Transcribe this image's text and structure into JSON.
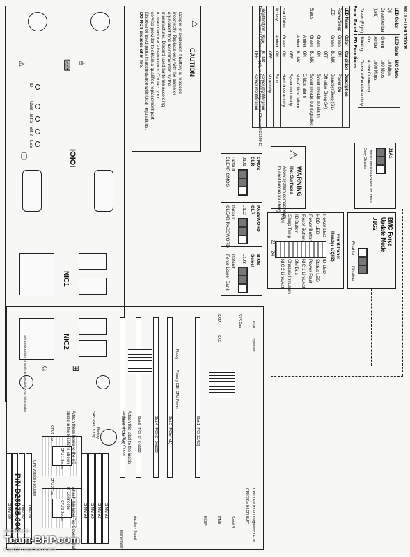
{
  "bezel": {
    "port_labels": [
      "ID",
      "USB",
      "Bit 3",
      "Bit 2",
      "LSB"
    ],
    "serial_label": "IOIOI",
    "nic1_label": "NIC1",
    "nic2_label": "NIC2",
    "icons": [
      "mouse-icon",
      "keyboard-icon",
      "warning-icon",
      "usb-icon",
      "network-icon",
      "monitor-icon"
    ]
  },
  "caution": {
    "title": "CAUTION",
    "text": [
      "Danger of explosion if battery is replaced",
      "incorrectly. Replace only with the same or",
      "equivalent type recommended by the",
      "manufacturer. Discard used batteries according",
      "to manufacturer's instructions. Contact your",
      "service provider to obtain a qualified replacement part.",
      "Dispose of used parts in accordance with local regulations.",
      "DO NOT dispose of in fire."
    ]
  },
  "nic_led": {
    "title": "NIC LED Functions",
    "headers": [
      "LED Color",
      "LED State",
      "NIC State"
    ],
    "rows": [
      [
        "Off",
        "",
        "10 Mbps"
      ],
      [
        "Green/Amber",
        "Green",
        "100 Mbps"
      ],
      [
        "(Left)",
        "Amber",
        "1000 Mbps"
      ],
      [
        "",
        "On",
        "Active Connection"
      ],
      [
        "Green (Right)",
        "Blinking",
        "Transmit/Receive activity"
      ]
    ]
  },
  "front_panel_led": {
    "title": "Front Panel LED Functions",
    "headers": [
      "LED Name",
      "Color",
      "Condition",
      "Description"
    ],
    "rows": [
      [
        "Power/Sleep",
        "Green",
        "ON",
        "Power On"
      ],
      [
        "LED",
        "Green",
        "BLINK",
        "Standby/Sleep (S1)"
      ],
      [
        "",
        "",
        "OFF",
        "Off (also Sleep S4)"
      ],
      [
        "",
        "Green",
        "ON",
        "System ready, no alarm"
      ],
      [
        "Status",
        "Green",
        "BLINK",
        "System ready, but degraded"
      ],
      [
        "",
        "Amber",
        "ON",
        "Critical alarm"
      ],
      [
        "",
        "Amber",
        "BLINK",
        "Non-Critical failure"
      ],
      [
        "",
        "",
        "OFF",
        "System not ready"
      ],
      [
        "Hard Drive",
        "Green",
        "ON",
        "Hard drive activity"
      ],
      [
        "Activity",
        "Amber",
        "ON",
        "Fault"
      ],
      [
        "",
        "",
        "OFF",
        "No activity"
      ],
      [
        "Identification",
        "Blue",
        "BLINK",
        "Server identification"
      ],
      [
        "",
        "",
        "OFF",
        "Server identification"
      ]
    ],
    "note": "The Front Panel LED functions apply to the Intel® Entry Server Chassis SC5299-E"
  },
  "warning": {
    "title": "WARNING",
    "line1": "Hot Surfaces",
    "line2": "Allow system components",
    "line3": "to cool before touching"
  },
  "jumpers": {
    "cmos": {
      "title": "CMOS",
      "subtitle": "CLR",
      "id": "J1J1",
      "default": "Default",
      "alt": "CLEAR CMOS"
    },
    "password": {
      "title": "PASSWORD",
      "subtitle": "CLR",
      "id": "J1J2",
      "default": "Default",
      "alt": "CLEAR PASSWORD"
    },
    "bios": {
      "title": "BIOS",
      "subtitle": "Select",
      "id": "J1J3",
      "default": "Default",
      "alt": "Force Lower Bank"
    },
    "bmc": {
      "title": "BMC Force",
      "subtitle": "Update Mode",
      "id": "J1G2",
      "enable": "Enable",
      "disable": "Disable"
    },
    "chassis": {
      "title": "J1A1",
      "text": "Chassis Intrusion Present for Intel® Entry Chassis"
    }
  },
  "front_panel_header": {
    "title": "Front Panel",
    "subtitle": "Header (J2H2)",
    "left_labels": [
      "Power LED",
      "HDD LED",
      "Power Button",
      "Reset Button",
      "ID Button",
      "Sleep Temp",
      "NMI"
    ],
    "right_labels": [
      "ID LED",
      "Status LED",
      "Power Fault",
      "NIC 1 Link/Act",
      "SM Bus",
      "Chassis Intrusion",
      "NIC 2 Link/Act"
    ],
    "pin_numbers": [
      "1",
      "2",
      "23",
      "24"
    ]
  },
  "board": {
    "slots": [
      "Slot 1 (PCI 32/33)",
      "Slot 3 (PCIe* x1)",
      "Slot 4 (PCI-X* 64/133)",
      "Slot 5 (PCI-X* 64/100)",
      "Slot 6 (PCIe* x4)"
    ],
    "dimms": [
      "DIMM A1",
      "DIMM A2",
      "DIMM A3",
      "DIMM A4",
      "DIMM B1",
      "DIMM B2",
      "DIMM B3",
      "DIMM B4"
    ],
    "cpu1": "CPU 1 Socket",
    "cpu2": "CPU 2 Socket",
    "labels": {
      "cpu1_fan": "CPU1 Fan",
      "cpu2_fan": "CPU 2 Fan",
      "cpu_power": "CPU Power",
      "main_power": "Main Power",
      "aux_power": "Auxiliary Signal",
      "battery": "Battery",
      "sas_raid": "SAS RAID 5 Key",
      "cpu_vr": "CPU Voltage Regulator",
      "floppy": "Floppy",
      "primary_ide": "Primary IDE",
      "usb": "USB",
      "speaker": "Speaker",
      "sys_fan": "SYS Fan",
      "sata": "SATA",
      "sas": "SAS",
      "serial_b": "Serial B",
      "ipmb": "IPMB",
      "hsbp": "HSBP",
      "cpu2_fault": "CPU 2 Fault LED",
      "cpu1_fault": "CPU 1 Fault LED",
      "diag": "Diagnostic LEDs",
      "bmc": "BMC",
      "sep_note": "See product info for Intel® Embedded RAID information"
    }
  },
  "attach_notes": {
    "inside": "Attach this label to the inside surface of the Top Cover.",
    "io": "Attach these labels to the I/O shield in the locations shown",
    "serial": "Attach this label Top Cover Serial B Connector"
  },
  "part_number": "P/N D26975-004",
  "watermark": {
    "hosted": "HOSTED ON:",
    "brand": "Team-BHP.com",
    "copy": "copyright respective owners"
  }
}
